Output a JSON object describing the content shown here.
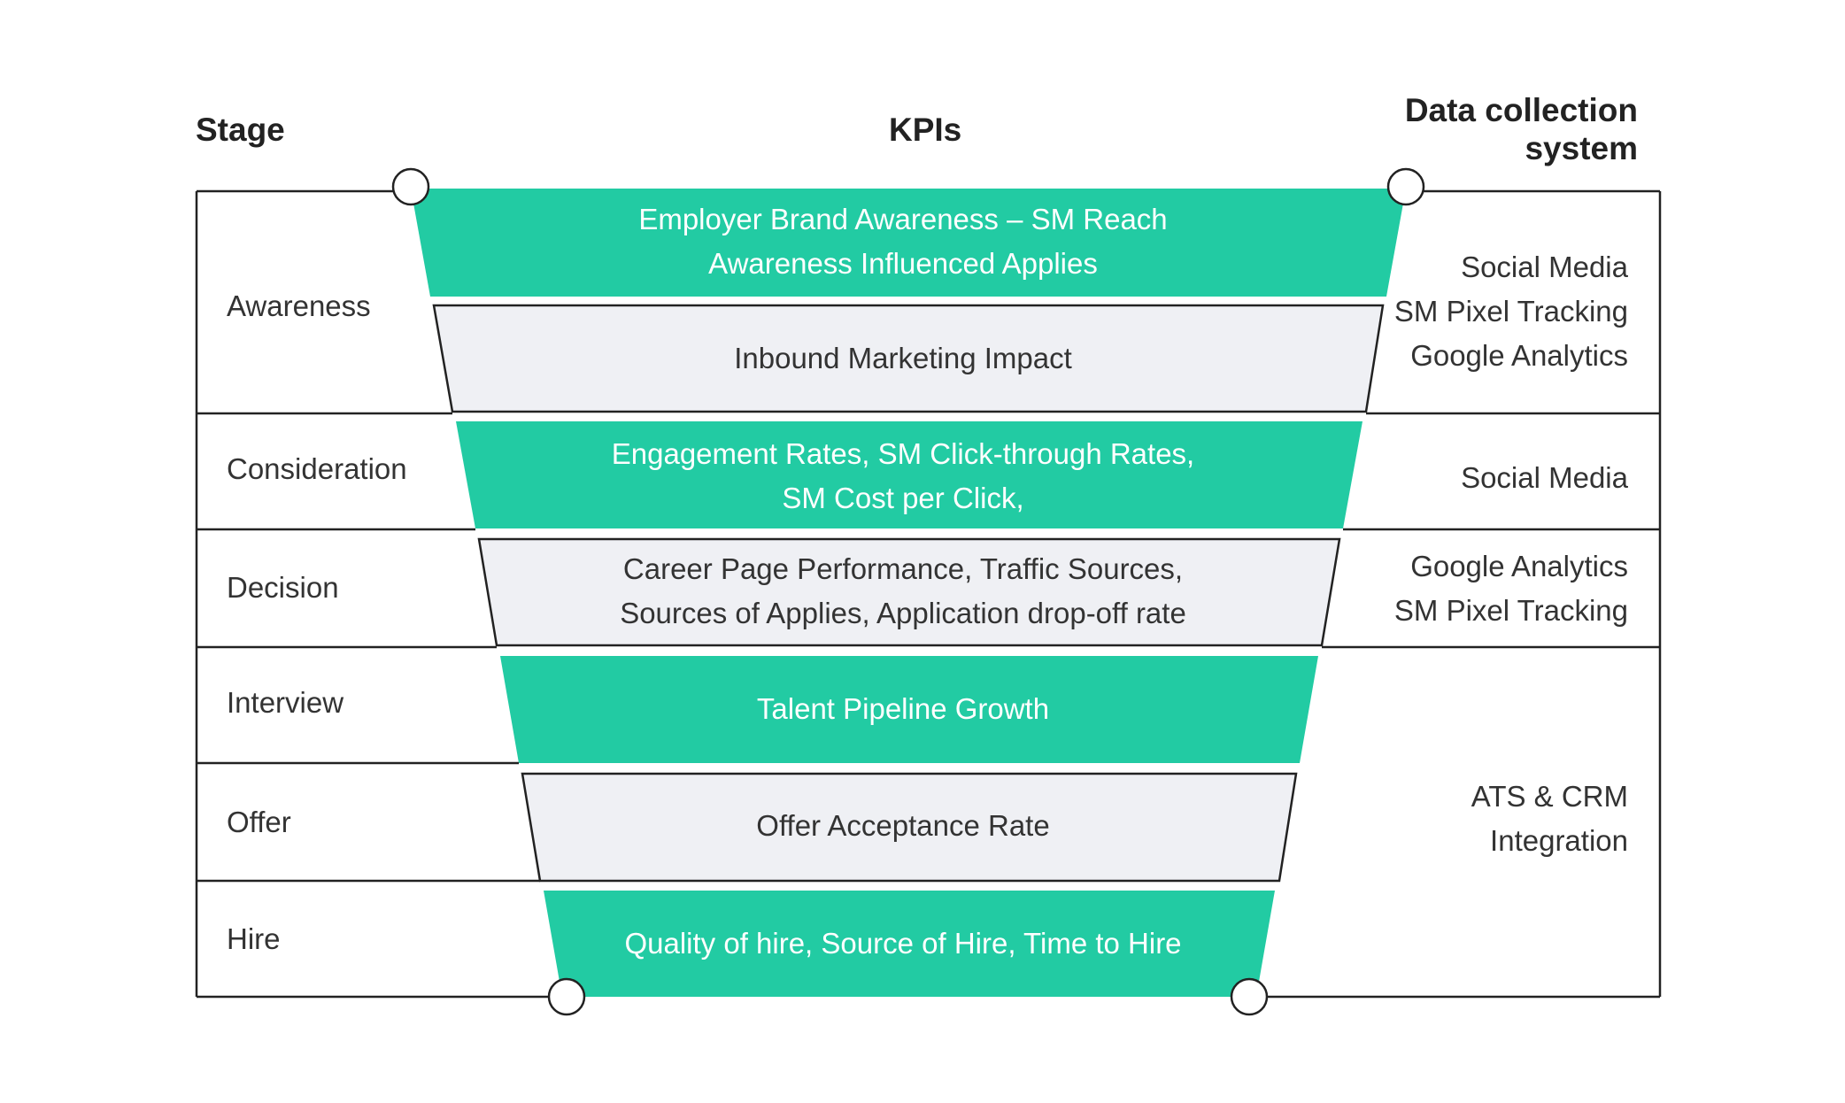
{
  "headers": {
    "stage": "Stage",
    "kpis": "KPIs",
    "data_collection_line1": "Data collection",
    "data_collection_line2": "system"
  },
  "stages": [
    "Awareness",
    "Consideration",
    "Decision",
    "Interview",
    "Offer",
    "Hire"
  ],
  "funnel_bands": [
    {
      "style": "green",
      "lines": [
        "Employer Brand Awareness – SM Reach",
        "Awareness Influenced Applies"
      ]
    },
    {
      "style": "gray",
      "lines": [
        "Inbound Marketing Impact"
      ]
    },
    {
      "style": "green",
      "lines": [
        "Engagement Rates, SM Click-through Rates,",
        "SM Cost per Click,"
      ]
    },
    {
      "style": "gray",
      "lines": [
        "Career Page Performance, Traffic Sources,",
        "Sources of Applies, Application drop-off rate"
      ]
    },
    {
      "style": "green",
      "lines": [
        "Talent Pipeline Growth"
      ]
    },
    {
      "style": "gray",
      "lines": [
        "Offer Acceptance Rate"
      ]
    },
    {
      "style": "green",
      "lines": [
        "Quality of hire, Source of Hire, Time to Hire"
      ]
    }
  ],
  "data_collection": {
    "awareness": [
      "Social Media",
      "SM Pixel Tracking",
      "Google Analytics"
    ],
    "consideration": [
      "Social Media"
    ],
    "decision": [
      "Google Analytics",
      "SM Pixel Tracking"
    ],
    "interview_to_hire": [
      "ATS & CRM",
      "Integration"
    ]
  },
  "colors": {
    "green": "#22cba3",
    "gray_band": "#eff0f4",
    "line": "#222222"
  }
}
